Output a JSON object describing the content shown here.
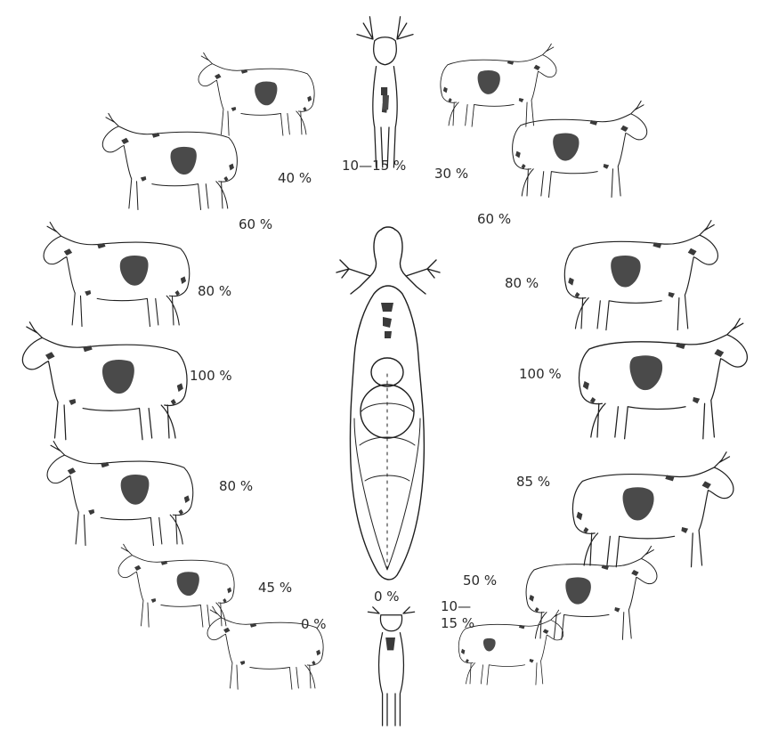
{
  "diagram": {
    "labels": {
      "top_front": "10—15 %",
      "upper_right_1": "30 %",
      "upper_left_1": "40 %",
      "upper_right_2": "60 %",
      "upper_left_2": "60 %",
      "mid_left_1": "80 %",
      "mid_right_1": "80 %",
      "side_left": "100 %",
      "side_right": "100 %",
      "lower_left_1": "80 %",
      "lower_right_1": "85 %",
      "lower_left_2": "45 %",
      "lower_right_2": "50 %",
      "bottom_left": "0 %",
      "bottom_rear": "0 %",
      "bottom_right_top": "10—",
      "bottom_right_bottom": "15 %"
    },
    "views": [
      {
        "id": "front",
        "exposure_percent_range": [
          10,
          15
        ]
      },
      {
        "id": "upper-right-1",
        "exposure_percent": 30
      },
      {
        "id": "upper-left-1",
        "exposure_percent": 40
      },
      {
        "id": "upper-right-2",
        "exposure_percent": 60
      },
      {
        "id": "upper-left-2",
        "exposure_percent": 60
      },
      {
        "id": "mid-left",
        "exposure_percent": 80
      },
      {
        "id": "mid-right",
        "exposure_percent": 80
      },
      {
        "id": "side-left",
        "exposure_percent": 100
      },
      {
        "id": "side-right",
        "exposure_percent": 100
      },
      {
        "id": "lower-left-1",
        "exposure_percent": 80
      },
      {
        "id": "lower-right-1",
        "exposure_percent": 85
      },
      {
        "id": "lower-left-2",
        "exposure_percent": 45
      },
      {
        "id": "lower-right-2",
        "exposure_percent": 50
      },
      {
        "id": "bottom-left",
        "exposure_percent": 0
      },
      {
        "id": "rear",
        "exposure_percent": 0
      },
      {
        "id": "bottom-right",
        "exposure_percent_range": [
          10,
          15
        ]
      }
    ]
  }
}
